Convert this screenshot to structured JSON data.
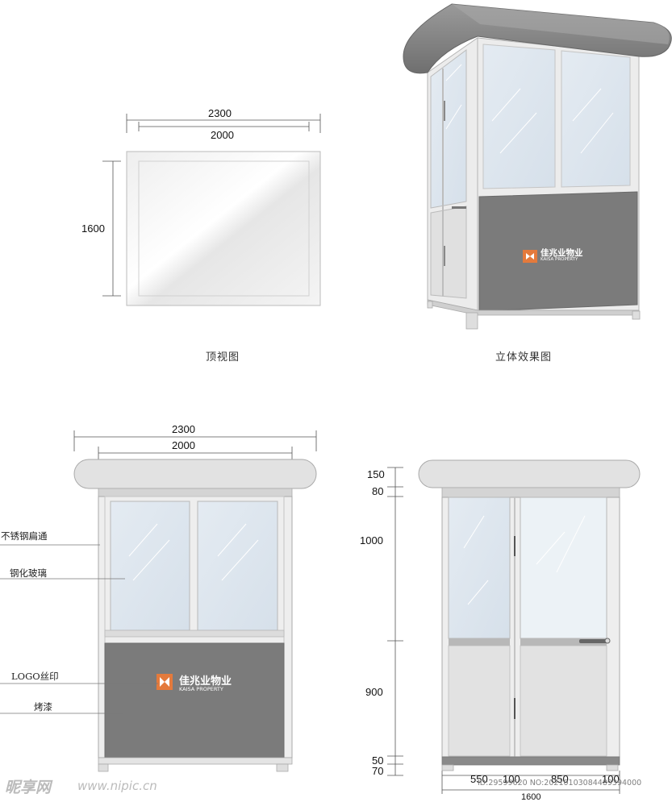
{
  "top_view": {
    "caption": "顶视图",
    "dim_width_outer": "2300",
    "dim_width_inner": "2000",
    "dim_depth": "1600"
  },
  "perspective_view": {
    "caption": "立体效果图",
    "logo_cn": "佳兆业物业",
    "logo_en": "KAISA PROPERTY"
  },
  "front_view": {
    "dim_width_outer": "2300",
    "dim_width_inner": "2000",
    "labels": {
      "frame": "不锈钢扁通",
      "glass": "钢化玻璃",
      "logo_print": "LOGO丝印",
      "paint": "烤漆"
    },
    "logo_cn": "佳兆业物业",
    "logo_en": "KAISA PROPERTY"
  },
  "side_view": {
    "heights": [
      "150",
      "80",
      "1000",
      "900",
      "50",
      "70"
    ],
    "widths": [
      "550",
      "100",
      "850",
      "100"
    ],
    "total_width": "1600"
  },
  "watermark": {
    "brand": "昵享网",
    "site": "www.nipic.cn",
    "id_text": "ID:29599620 NO:20210103084489394000"
  },
  "colors": {
    "roof": "#dcdcdc",
    "frame": "#e9e9e9",
    "glass": "#dde6ee",
    "panel": "#7a7a7a",
    "logo_orange": "#e47a3c"
  }
}
